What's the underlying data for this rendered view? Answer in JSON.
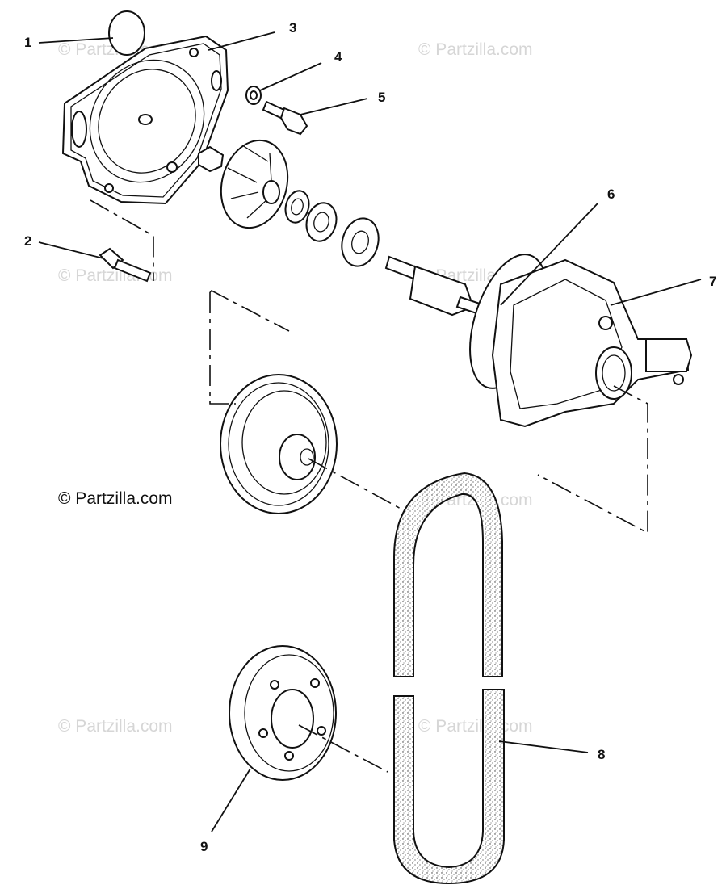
{
  "watermark": "© Partzilla.com",
  "copyright": "© Partzilla.com",
  "callouts": {
    "c1": "1",
    "c2": "2",
    "c3": "3",
    "c4": "4",
    "c5": "5",
    "c6": "6",
    "c7": "7",
    "c8": "8",
    "c9": "9"
  }
}
